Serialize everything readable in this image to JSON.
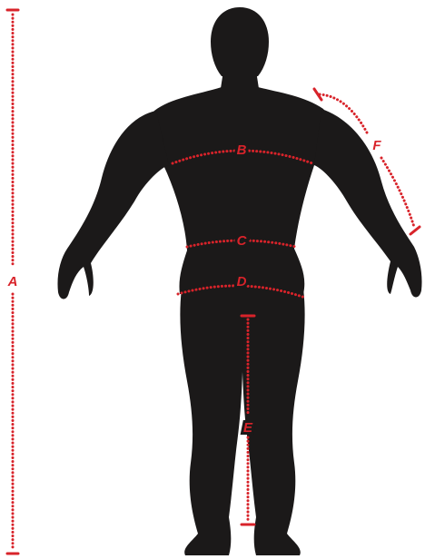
{
  "colors": {
    "silhouette": "#1b1919",
    "measure": "#d8232a",
    "background": "#ffffff"
  },
  "labels": {
    "a": "A",
    "b": "B",
    "c": "C",
    "d": "D",
    "e": "E",
    "f": "F"
  }
}
